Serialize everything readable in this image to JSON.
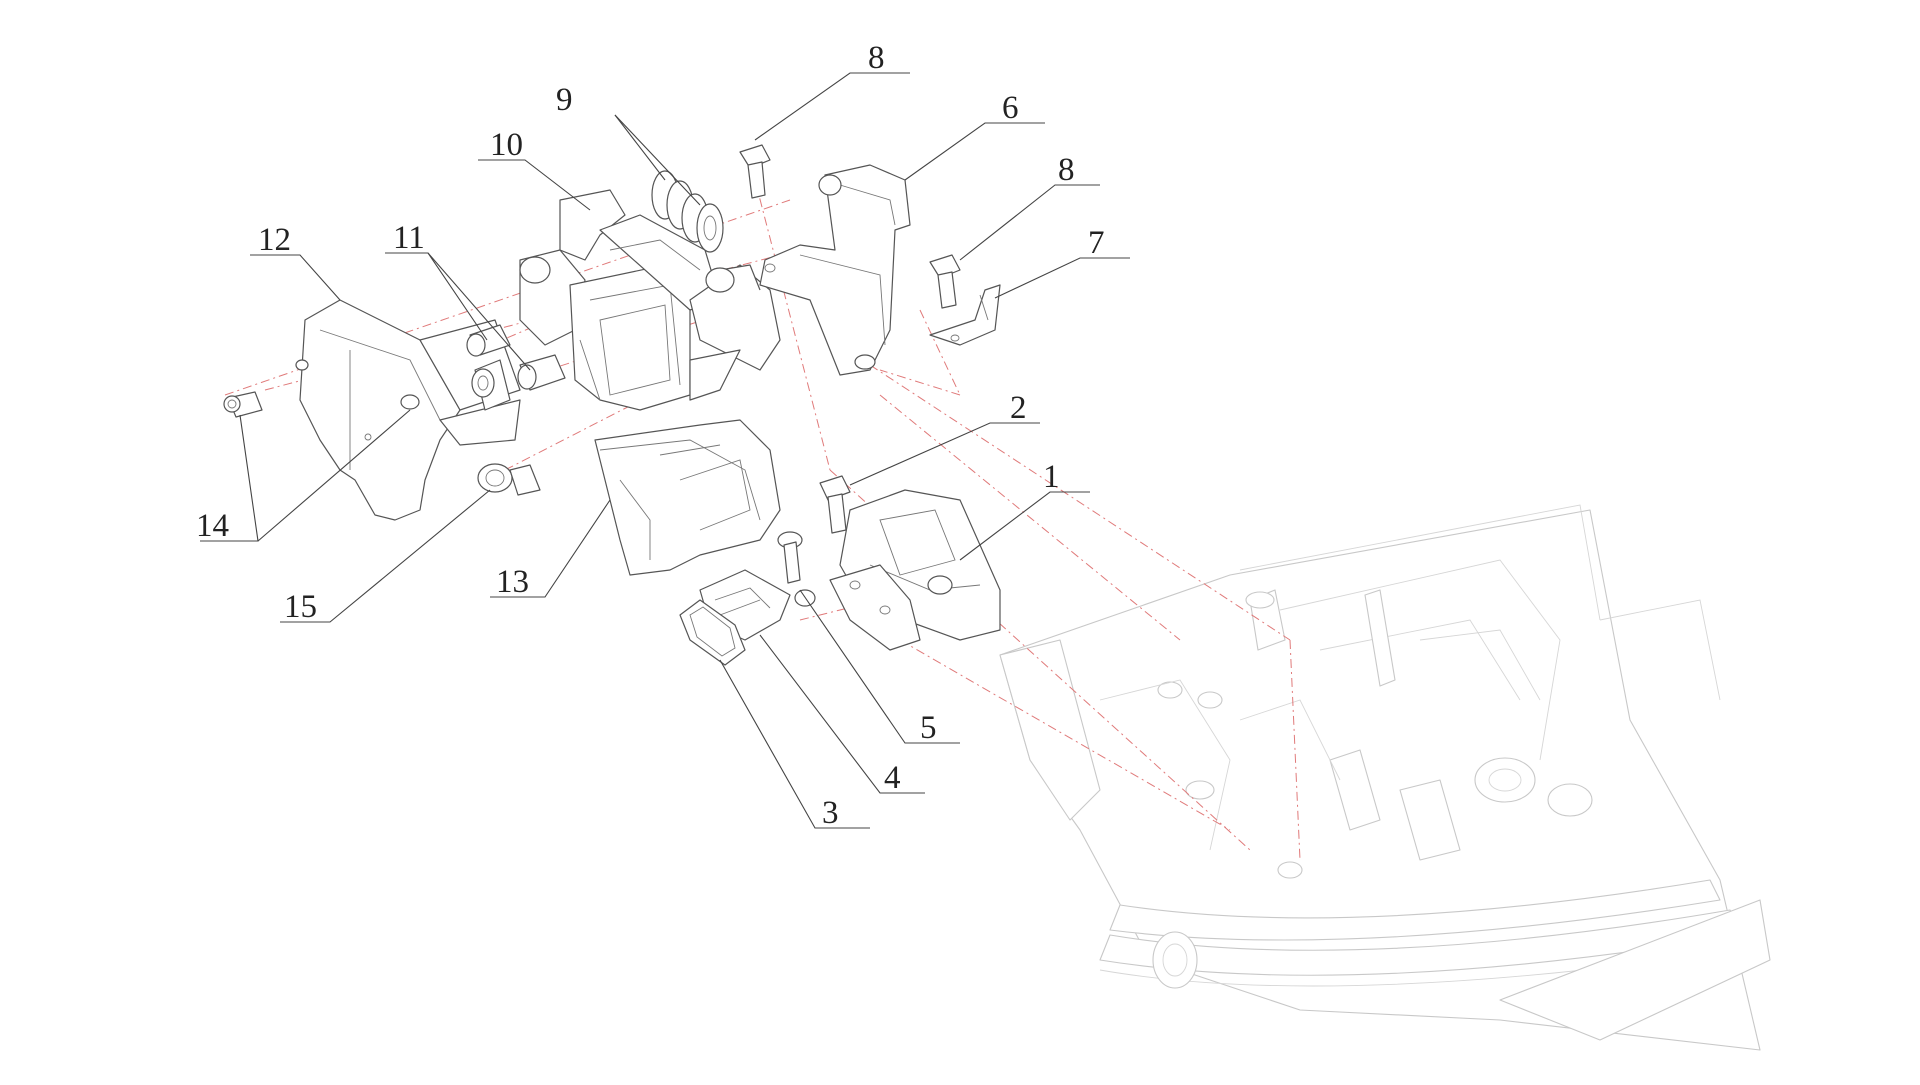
{
  "callouts": [
    {
      "id": "1",
      "label": "1"
    },
    {
      "id": "2",
      "label": "2"
    },
    {
      "id": "3",
      "label": "3"
    },
    {
      "id": "4",
      "label": "4"
    },
    {
      "id": "5",
      "label": "5"
    },
    {
      "id": "6",
      "label": "6"
    },
    {
      "id": "7",
      "label": "7"
    },
    {
      "id": "8a",
      "label": "8"
    },
    {
      "id": "8b",
      "label": "8"
    },
    {
      "id": "9",
      "label": "9"
    },
    {
      "id": "10",
      "label": "10"
    },
    {
      "id": "11",
      "label": "11"
    },
    {
      "id": "12",
      "label": "12"
    },
    {
      "id": "13",
      "label": "13"
    },
    {
      "id": "14",
      "label": "14"
    },
    {
      "id": "15",
      "label": "15"
    }
  ],
  "colors": {
    "part_stroke": "#555555",
    "frame_stroke": "#c8c8c8",
    "assembly_line": "#e07a7a",
    "label_text": "#222222"
  }
}
